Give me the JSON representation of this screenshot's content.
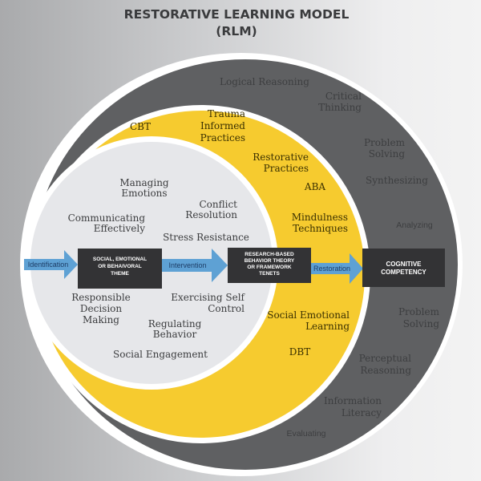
{
  "title": [
    "RESTORATIVE LEARNING MODEL",
    "(RLM)"
  ],
  "colors": {
    "outer_ring": "#5f6062",
    "middle_ring": "#f6cb2f",
    "inner_circle": "#e6e7ea",
    "box": "#333335",
    "arrow": "#5ea1d4"
  },
  "outer_ring": {
    "logical": [
      "Logical Reasoning"
    ],
    "critical": [
      "Critical",
      "Thinking"
    ],
    "problem1": [
      "Problem",
      "Solving"
    ],
    "synth": [
      "Synthesizing"
    ],
    "analyzing": [
      "Analyzing"
    ],
    "problem2": [
      "Problem",
      "Solving"
    ],
    "perceptual": [
      "Perceptual",
      "Reasoning"
    ],
    "info": [
      "Information",
      "Literacy"
    ],
    "evaluating": [
      "Evaluating"
    ]
  },
  "middle_ring": {
    "cbt": [
      "CBT"
    ],
    "trauma": [
      "Trauma",
      "Informed",
      "Practices"
    ],
    "restorative": [
      "Restorative",
      "Practices"
    ],
    "aba": [
      "ABA"
    ],
    "mind": [
      "Mindulness",
      "Techniques"
    ],
    "sel": [
      "Social Emotional",
      "Learning"
    ],
    "dbt": [
      "DBT"
    ]
  },
  "inner_circle": {
    "managing": [
      "Managing",
      "Emotions"
    ],
    "conflict": [
      "Conflict",
      "Resolution"
    ],
    "comm": [
      "Communicating",
      "Effectively"
    ],
    "stress": [
      "Stress Resistance"
    ],
    "responsible": [
      "Responsible",
      "Decision",
      "Making"
    ],
    "exercising": [
      "Exercising Self",
      "Control"
    ],
    "regulating": [
      "Regulating",
      "Behavior"
    ],
    "engagement": [
      "Social Engagement"
    ]
  },
  "flow": {
    "arrows": [
      "Identification",
      "Intervention",
      "Restoration"
    ],
    "box1": [
      "SOCIAL, EMOTIONAL",
      "OR BEHAIVORAL",
      "THEME"
    ],
    "box2": [
      "RESEARCH-BASED",
      "BEHAVIOR THEORY",
      "OR FRAMEWORK",
      "TENETS"
    ],
    "box3": [
      "COGNITIVE",
      "COMPETENCY"
    ]
  }
}
